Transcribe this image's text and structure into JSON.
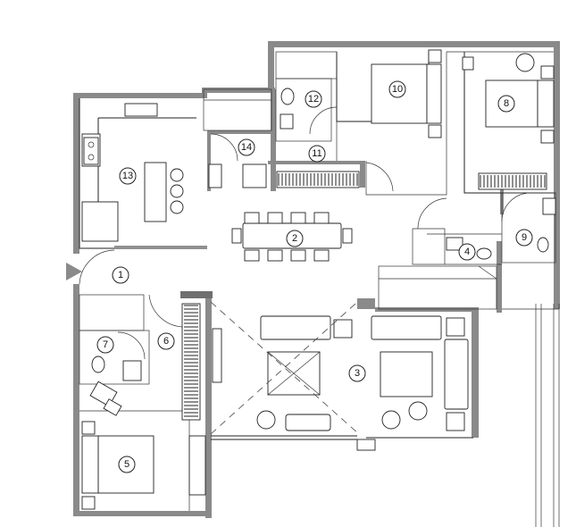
{
  "rooms": [
    {
      "label": "1"
    },
    {
      "label": "2"
    },
    {
      "label": "3"
    },
    {
      "label": "4"
    },
    {
      "label": "5"
    },
    {
      "label": "6"
    },
    {
      "label": "7"
    },
    {
      "label": "8"
    },
    {
      "label": "9"
    },
    {
      "label": "10"
    },
    {
      "label": "11"
    },
    {
      "label": "12"
    },
    {
      "label": "13"
    },
    {
      "label": "14"
    }
  ],
  "colors": {
    "wall": "#8a8a8a",
    "line": "#222222",
    "background": "#ffffff"
  },
  "icons": [
    "entrance-arrow-icon",
    "sofa-icon",
    "bed-icon",
    "toilet-icon",
    "sink-icon",
    "stove-icon",
    "dining-chair-icon"
  ]
}
